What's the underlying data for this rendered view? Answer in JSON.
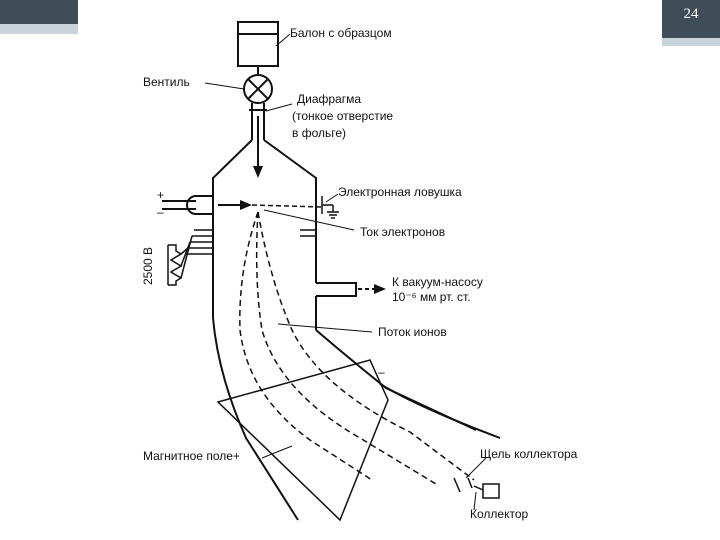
{
  "slide": {
    "number": "24"
  },
  "diagram": {
    "labels": {
      "sample_flask": "Балон с образцом",
      "valve": "Вентиль",
      "diaphragm_1": "Диафрагма",
      "diaphragm_2": "(тонкое отверстие",
      "diaphragm_3": "в фольге)",
      "electron_trap": "Электронная ловушка",
      "electron_current": "Ток электронов",
      "voltage": "2500 В",
      "vacuum_pump_1": "К вакуум-насосу",
      "vacuum_pump_2": "10⁻⁶ мм рт. ст.",
      "ion_flow": "Поток ионов",
      "magnetic_field": "Магнитное поле+",
      "collector_slit": "Щель коллектора",
      "collector": "Коллектор",
      "plus_sign": "+",
      "minus_sign": "–",
      "minus_mag": "–"
    }
  }
}
